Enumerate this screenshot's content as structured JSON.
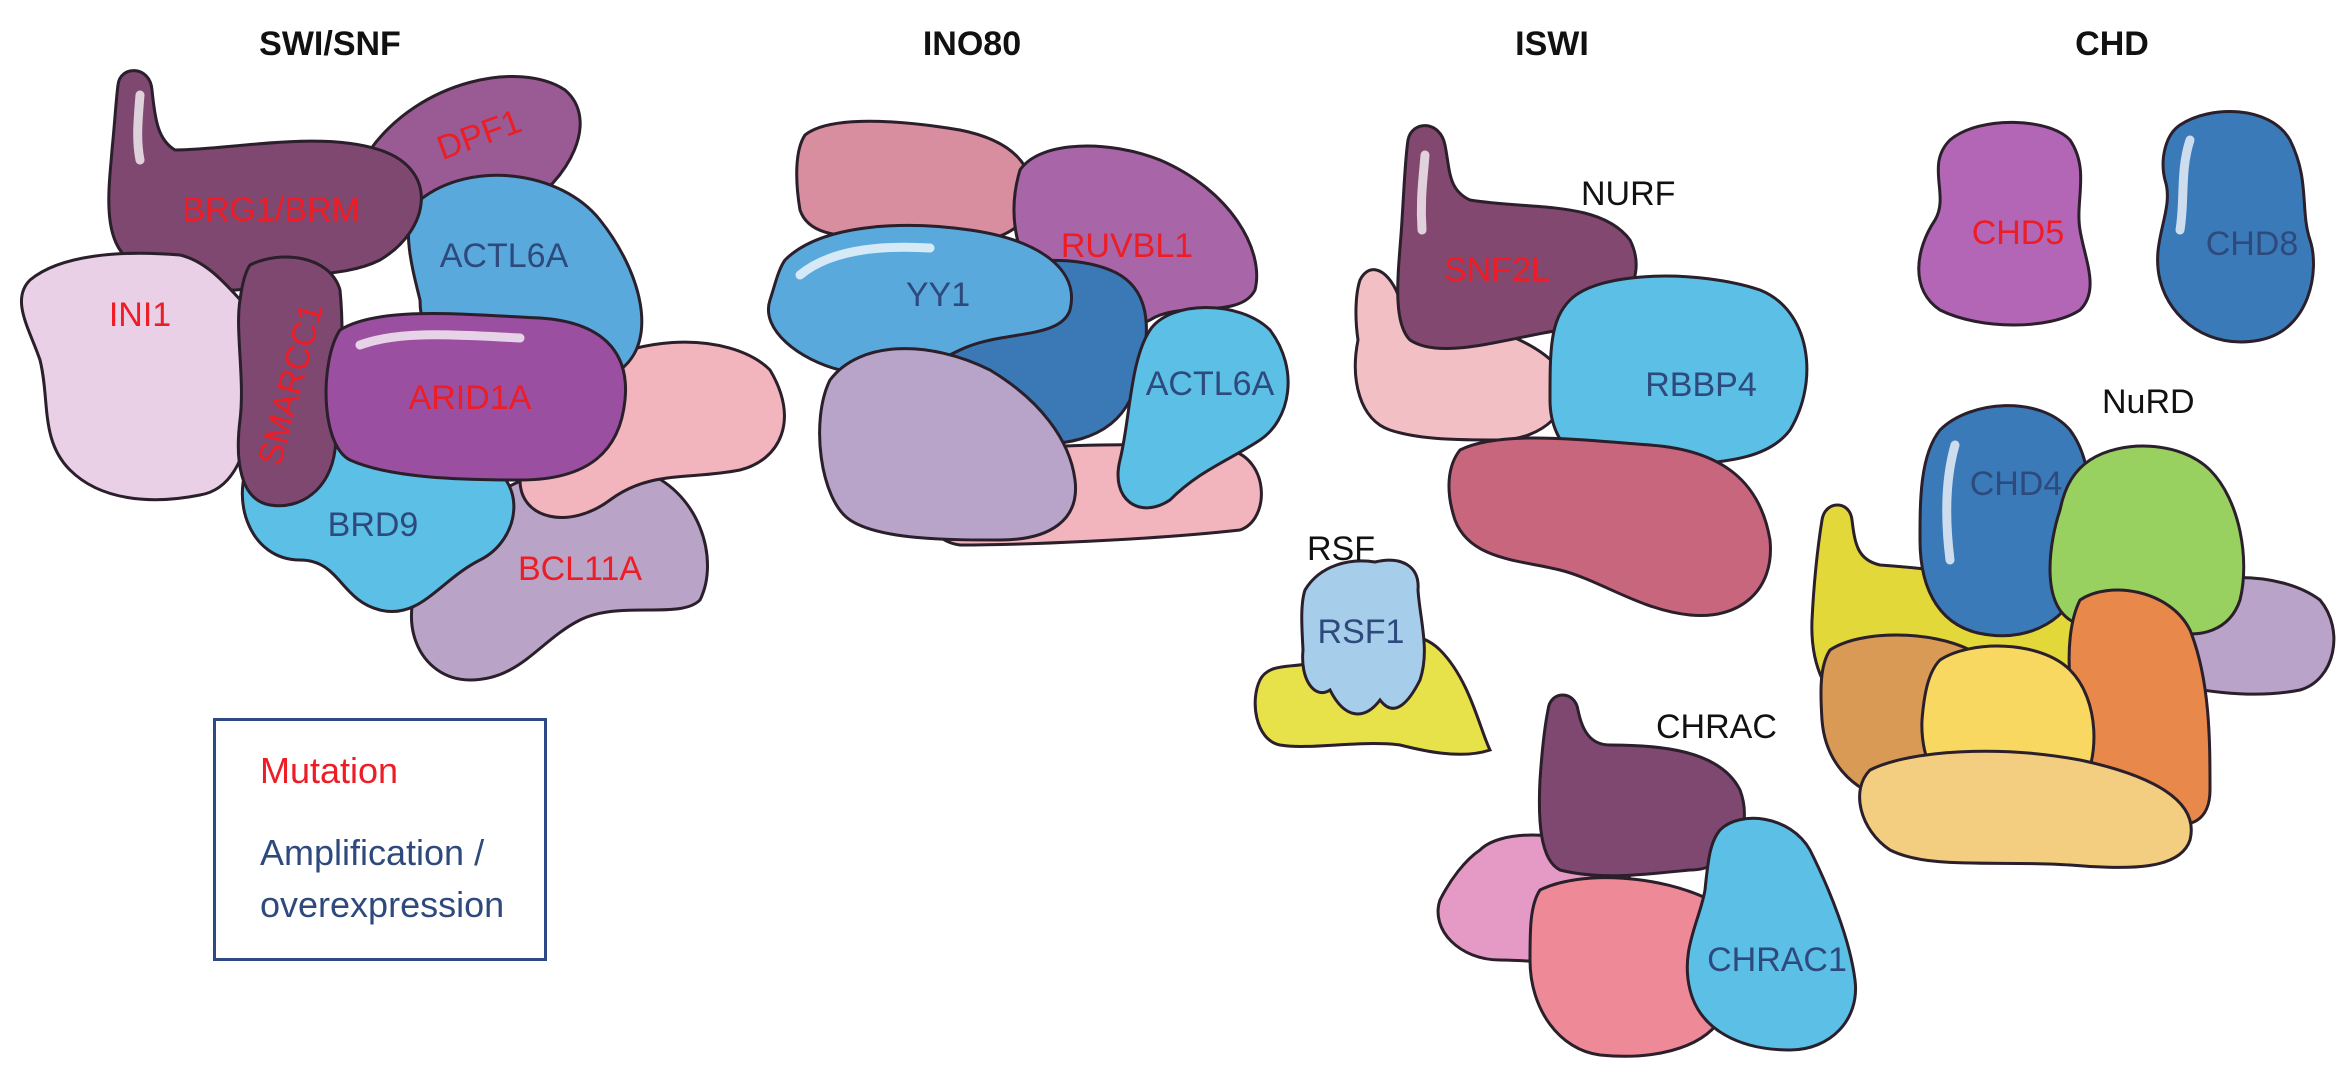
{
  "headers": {
    "swi_snf": "SWI/SNF",
    "ino80": "INO80",
    "iswi": "ISWI",
    "chd": "CHD"
  },
  "subcomplexes": {
    "nurf": "NURF",
    "rsf": "RSF",
    "chrac": "CHRAC",
    "nurd": "NuRD"
  },
  "proteins": {
    "brg1_brm": "BRG1/BRM",
    "dpf1": "DPF1",
    "actl6a_swi": "ACTL6A",
    "ini1": "INI1",
    "smarcc1": "SMARCC1",
    "arid1a": "ARID1A",
    "brd9": "BRD9",
    "bcl11a": "BCL11A",
    "yy1": "YY1",
    "ruvbl1": "RUVBL1",
    "actl6a_ino": "ACTL6A",
    "snf2l": "SNF2L",
    "rbbp4": "RBBP4",
    "rsf1": "RSF1",
    "chrac1": "CHRAC1",
    "chd5": "CHD5",
    "chd8": "CHD8",
    "chd4": "CHD4"
  },
  "legend": {
    "mutation": "Mutation",
    "amplification_line1": "Amplification /",
    "amplification_line2": "overexpression"
  },
  "colors": {
    "mutation": "#ee1c25",
    "amplification": "#2e4a7d",
    "legend_border": "#2e4a86"
  }
}
